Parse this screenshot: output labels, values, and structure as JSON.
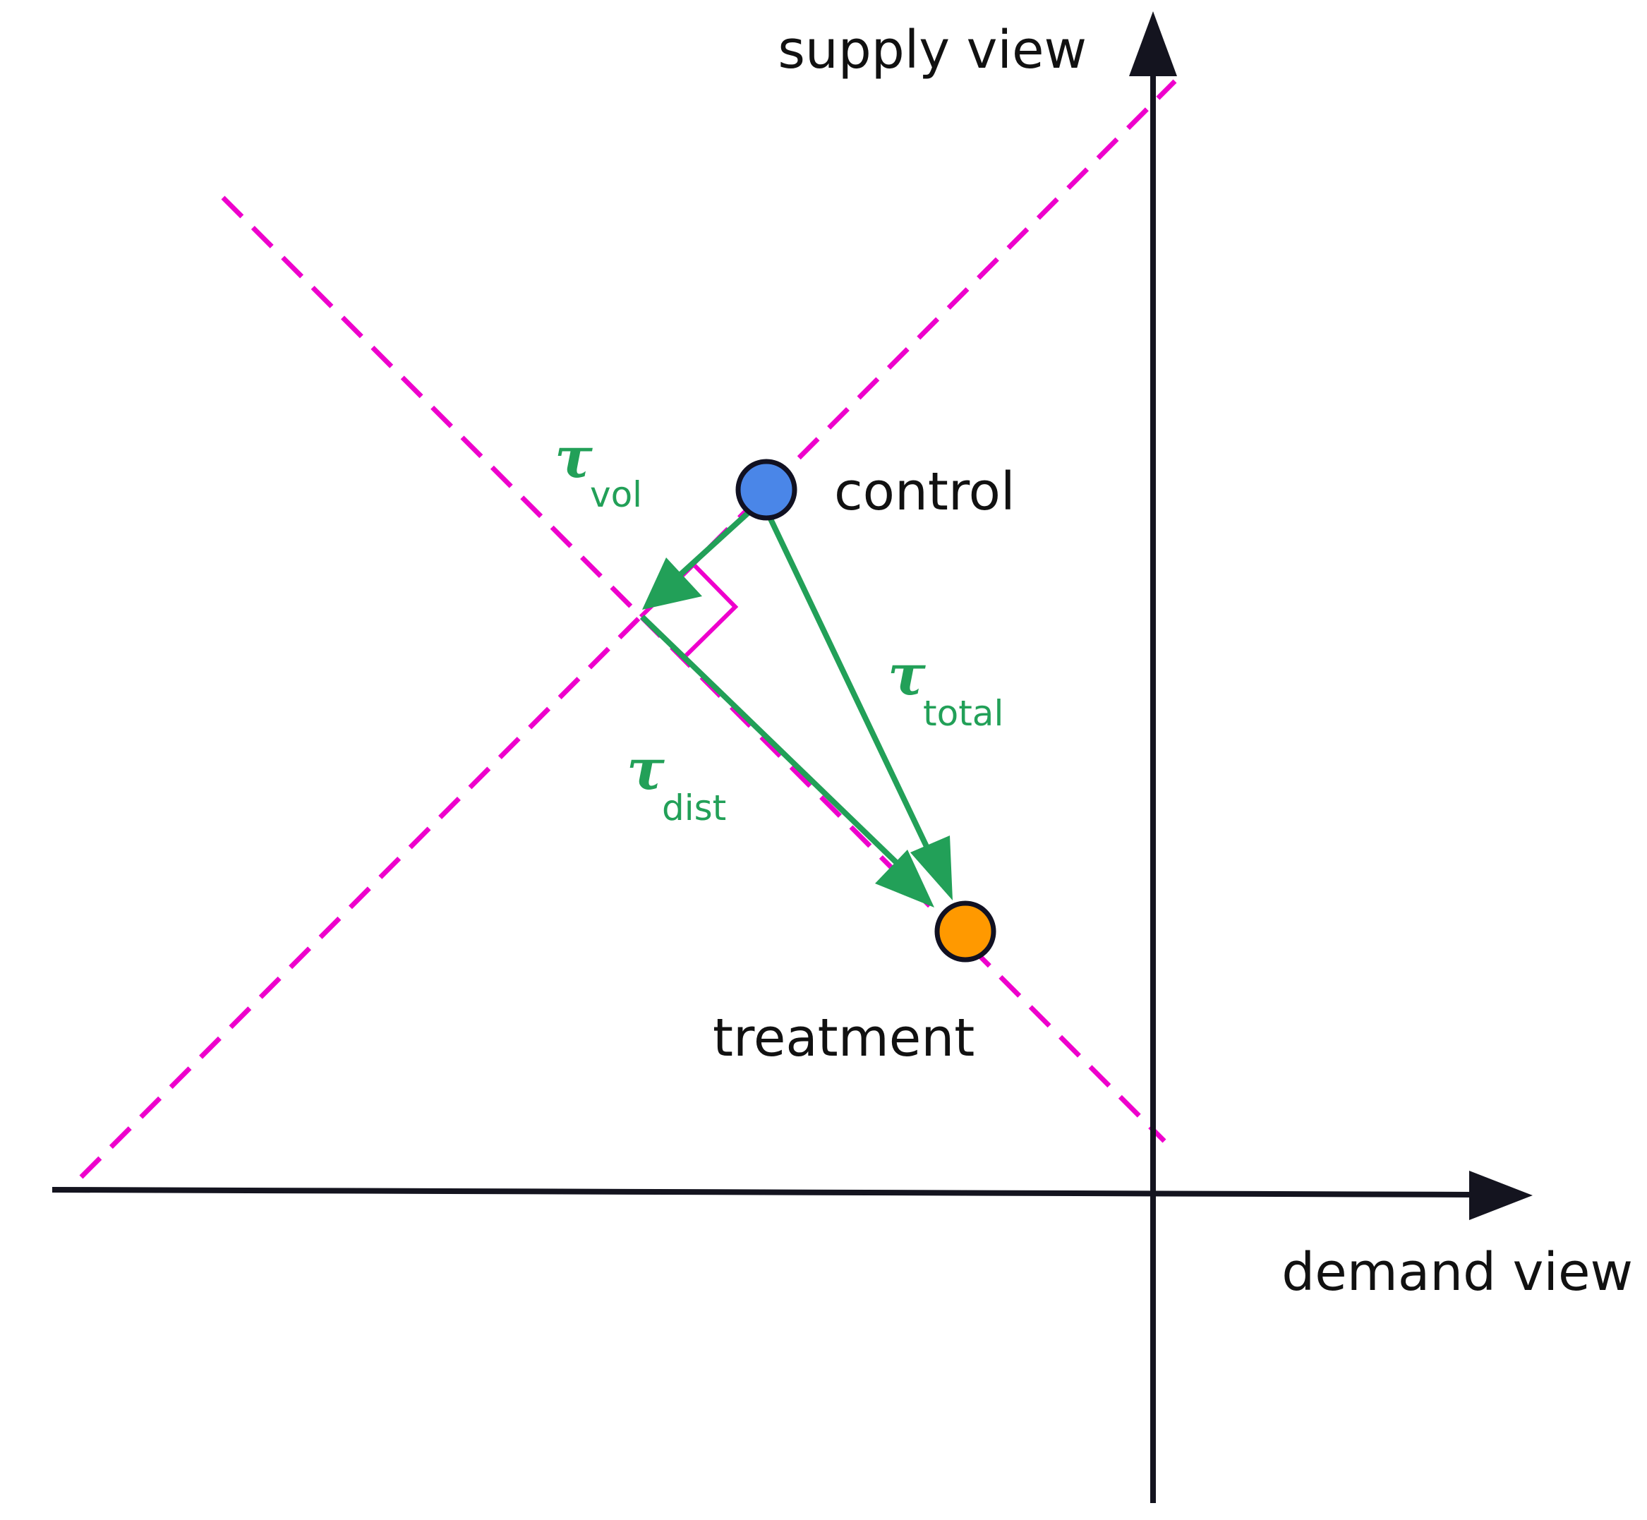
{
  "labels": {
    "y_axis": "supply view",
    "x_axis": "demand view",
    "control": "control",
    "treatment": "treatment",
    "tau_symbol": "τ",
    "tau_vol_sub": "vol",
    "tau_total_sub": "total",
    "tau_dist_sub": "dist"
  },
  "colors": {
    "axis": "#14141f",
    "dashed": "#ee00cc",
    "arrow": "#22a058",
    "control_fill": "#4a86e8",
    "treatment_fill": "#ff9900",
    "point_stroke": "#111122"
  }
}
